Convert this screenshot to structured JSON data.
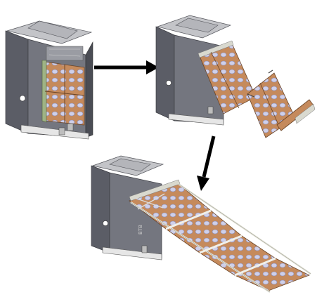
{
  "figure": {
    "stages": [
      {
        "id": "stowed",
        "state": "folded"
      },
      {
        "id": "unfolding",
        "state": "partially deployed"
      },
      {
        "id": "deployed",
        "state": "fully deployed"
      }
    ],
    "arrows": [
      {
        "from": "stowed",
        "to": "unfolding"
      },
      {
        "from": "unfolding",
        "to": "deployed"
      }
    ],
    "housing_marking": "BTB",
    "colors": {
      "housing_front": "#74767f",
      "housing_side": "#5b5d66",
      "housing_top": "#c3c4c8",
      "housing_dark": "#3f4048",
      "panel": "#c58a5c",
      "panel_dark": "#9b6540",
      "frame": "#d9d9cf",
      "cell": "#c8c8e8",
      "arrow": "#000000",
      "background": "#ffffff"
    }
  }
}
